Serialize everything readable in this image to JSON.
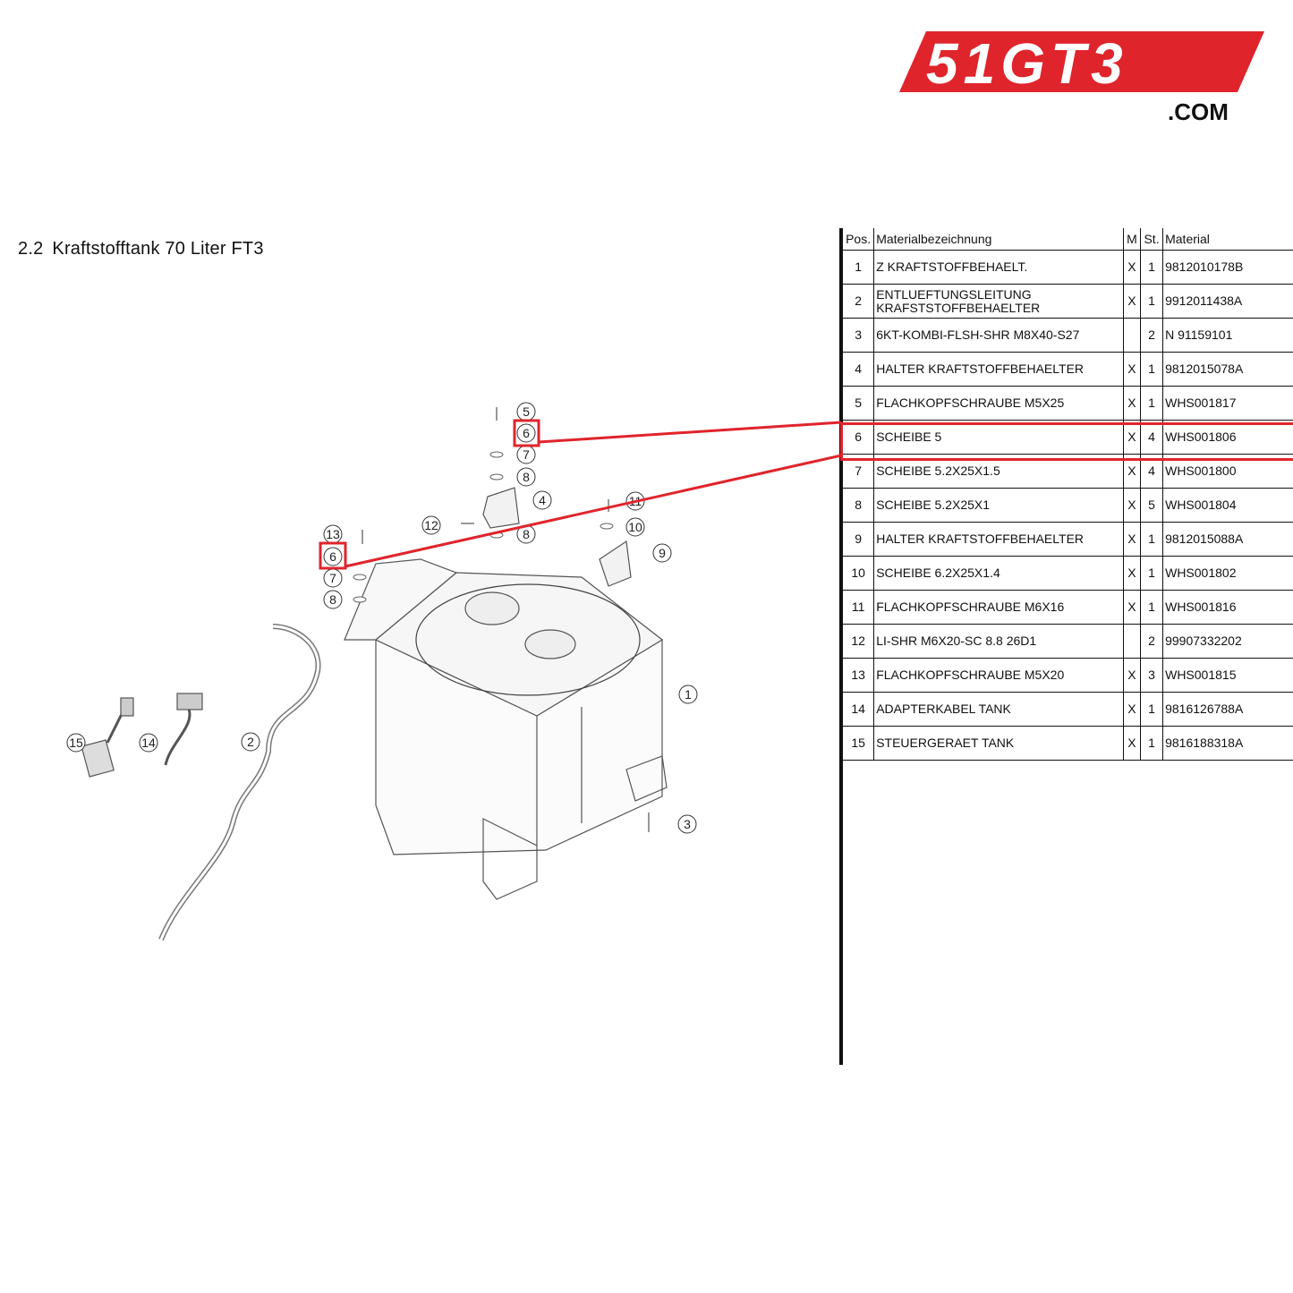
{
  "logo": {
    "text": "51GT3",
    "suffix": ".COM",
    "color": "#e0242c"
  },
  "section": {
    "number": "2.2",
    "title": "Kraftstofftank 70 Liter FT3"
  },
  "table": {
    "headers": {
      "pos": "Pos.",
      "name": "Materialbezeichnung",
      "m": "M",
      "st": "St.",
      "material": "Material"
    },
    "rows": [
      {
        "pos": "1",
        "name": "Z KRAFTSTOFFBEHAELT.",
        "m": "X",
        "st": "1",
        "material": "9812010178B"
      },
      {
        "pos": "2",
        "name": "ENTLUEFTUNGSLEITUNG KRAFSTSTOFFBEHAELTER",
        "m": "X",
        "st": "1",
        "material": "9912011438A"
      },
      {
        "pos": "3",
        "name": "6KT-KOMBI-FLSH-SHR M8X40-S27",
        "m": "",
        "st": "2",
        "material": "N 91159101"
      },
      {
        "pos": "4",
        "name": "HALTER KRAFTSTOFFBEHAELTER",
        "m": "X",
        "st": "1",
        "material": "9812015078A"
      },
      {
        "pos": "5",
        "name": "FLACHKOPFSCHRAUBE M5X25",
        "m": "X",
        "st": "1",
        "material": "WHS001817"
      },
      {
        "pos": "6",
        "name": "SCHEIBE 5",
        "m": "X",
        "st": "4",
        "material": "WHS001806"
      },
      {
        "pos": "7",
        "name": "SCHEIBE 5.2X25X1.5",
        "m": "X",
        "st": "4",
        "material": "WHS001800"
      },
      {
        "pos": "8",
        "name": "SCHEIBE 5.2X25X1",
        "m": "X",
        "st": "5",
        "material": "WHS001804"
      },
      {
        "pos": "9",
        "name": "HALTER KRAFTSTOFFBEHAELTER",
        "m": "X",
        "st": "1",
        "material": "9812015088A"
      },
      {
        "pos": "10",
        "name": "SCHEIBE 6.2X25X1.4",
        "m": "X",
        "st": "1",
        "material": "WHS001802"
      },
      {
        "pos": "11",
        "name": "FLACHKOPFSCHRAUBE M6X16",
        "m": "X",
        "st": "1",
        "material": "WHS001816"
      },
      {
        "pos": "12",
        "name": "LI-SHR M6X20-SC 8.8 26D1",
        "m": "",
        "st": "2",
        "material": "99907332202"
      },
      {
        "pos": "13",
        "name": "FLACHKOPFSCHRAUBE M5X20",
        "m": "X",
        "st": "3",
        "material": "WHS001815"
      },
      {
        "pos": "14",
        "name": "ADAPTERKABEL TANK",
        "m": "X",
        "st": "1",
        "material": "9816126788A"
      },
      {
        "pos": "15",
        "name": "STEUERGERAET TANK",
        "m": "X",
        "st": "1",
        "material": "9816188318A"
      }
    ]
  },
  "highlight": {
    "pos": "6",
    "color": "#e0242c"
  },
  "diagram": {
    "callouts": [
      "1",
      "2",
      "3",
      "4",
      "5",
      "6",
      "7",
      "8",
      "8",
      "9",
      "10",
      "11",
      "12",
      "13",
      "6",
      "7",
      "8",
      "14",
      "15"
    ]
  }
}
